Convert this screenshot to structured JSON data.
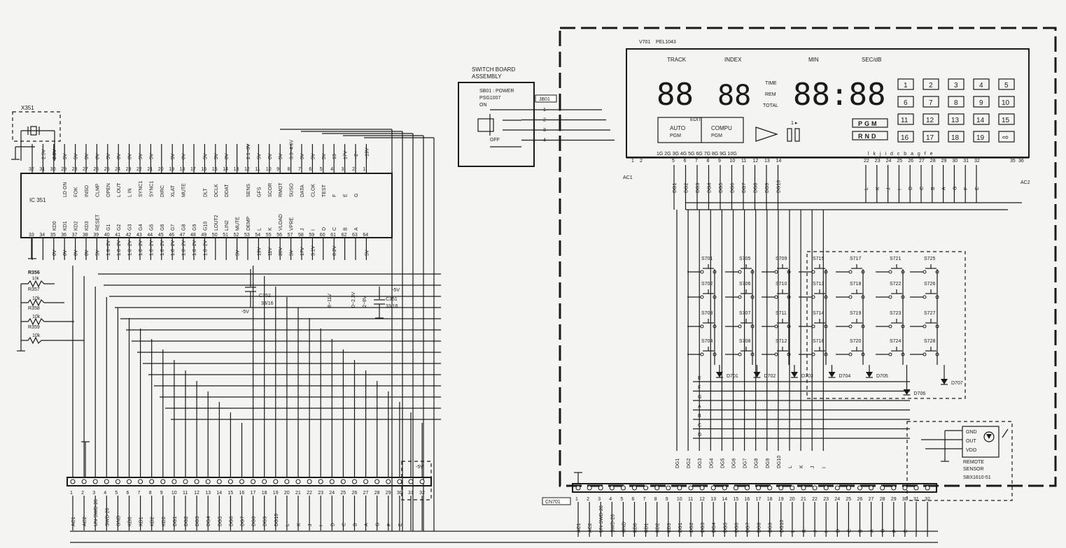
{
  "ic351": {
    "ref": "IC 351",
    "top_pins": [
      "32",
      "31",
      "30",
      "29",
      "28",
      "27",
      "26",
      "25",
      "24",
      "23",
      "22",
      "21",
      "20",
      "19",
      "18",
      "17",
      "16",
      "15",
      "14",
      "13",
      "12",
      "11",
      "10",
      "9",
      "8",
      "7",
      "6",
      "5",
      "4",
      "3",
      "2",
      "1"
    ],
    "top_names": [
      "",
      "",
      "",
      "LD ON",
      "FOK",
      "INSO",
      "CLMP",
      "OPEN",
      "L OUT",
      "L IN",
      "SYNC1",
      "SYNC1",
      "DIRC",
      "XLAT",
      "MUTE",
      "",
      "DLT",
      "DCLK",
      "DDAT",
      "",
      "SENS",
      "GFS",
      "SCOR",
      "RMOT",
      "SUSO",
      "DATA",
      "CLOK",
      "TEST",
      "F",
      "E",
      "G",
      ""
    ],
    "top_volts": [
      "",
      "2.5V",
      "2.5V",
      "5V",
      "5V",
      "5V",
      "0V",
      "5V",
      "0V",
      "0V",
      "5V",
      "5V",
      "",
      "5V",
      "0V",
      "",
      "5V",
      "5V",
      "0V",
      "",
      "2.1~3V",
      "5V",
      "0V",
      "5V",
      "3.3~4.6V",
      "5V",
      "5V",
      "5V",
      "13",
      "17V",
      "~2~",
      "~19V"
    ],
    "bottom_pins": [
      "33",
      "34",
      "35",
      "36",
      "37",
      "38",
      "39",
      "40",
      "41",
      "42",
      "43",
      "44",
      "45",
      "46",
      "47",
      "48",
      "49",
      "50",
      "51",
      "52",
      "53",
      "54",
      "55",
      "56",
      "57",
      "58",
      "59",
      "60",
      "61",
      "62",
      "63",
      "64"
    ],
    "bottom_names": [
      "",
      "",
      "KD0",
      "KD1",
      "KD2",
      "KD3",
      "RESET",
      "G1",
      "G2",
      "G3",
      "G4",
      "G5",
      "G6",
      "G7",
      "G8",
      "G9",
      "G10",
      "LOUT2",
      "LIN2",
      "MUTE",
      "DEMP",
      "L",
      "K",
      "VLOAD",
      "VPRE",
      "J",
      "I",
      "D",
      "C",
      "B",
      "A",
      ""
    ],
    "bottom_volts": [
      "",
      "",
      "0V",
      "0V",
      "0V",
      "0V",
      "5V",
      "1.8~2V",
      "1.8~2V",
      "1.8~2V",
      "1.8~2V",
      "1.8~2V",
      "1.8~2V",
      "1.8~2V",
      "1.8~2V",
      "1.8~2V",
      "1.8~2V",
      "",
      "",
      "5V",
      "",
      "19V",
      "11V",
      "26V",
      "5V",
      "17V",
      "3.1V",
      "",
      "0.2V",
      "",
      "",
      "5V"
    ]
  },
  "labels": {
    "x351": "X351",
    "r356": "R356",
    "r356_val": "10k",
    "r357": "R357",
    "r357_val": "10k",
    "r358": "R358",
    "r358_val": "10k",
    "r359": "R359",
    "r359_val": "10k",
    "c352": "C352",
    "c352_val": "33/16",
    "c351": "C351",
    "c351_val": "33/16",
    "neg5v_a": "-5V",
    "neg5v_b": "-5V",
    "neg5v_c": "-5V",
    "v_8_11": "8~11V",
    "v_0_23": "0~2.3V",
    "v_2_8": "2~8V"
  },
  "switch_board": {
    "title_1": "SWITCH BOARD",
    "title_2": "ASSEMBLY",
    "sb01": "SB01 : POWER",
    "part": "PSG1007",
    "on": "ON",
    "off": "OFF",
    "jb01": "JB01",
    "pins": [
      "1",
      "2",
      "3",
      "4"
    ]
  },
  "display": {
    "ref": "V701",
    "part": "PEL1043",
    "track": "TRACK",
    "index": "INDEX",
    "min": "MIN",
    "secdb": "SEC/dB",
    "digits_track": "88",
    "digits_index": "88",
    "digits_time": "88:88",
    "time": "TIME",
    "rem": "REM",
    "total": "TOTAL",
    "edit": "EDIT",
    "auto_pgm_1": "AUTO",
    "auto_pgm_2": "PGM",
    "compu_pgm_1": "COMPU",
    "compu_pgm_2": "PGM",
    "pgm": "PGM",
    "rnd": "RND",
    "numbers": [
      "1",
      "2",
      "3",
      "4",
      "5",
      "6",
      "7",
      "8",
      "9",
      "10",
      "11",
      "12",
      "13",
      "14",
      "15",
      "16",
      "17",
      "18",
      "19"
    ],
    "grids": "1G 2G 3G 4G 5G 6G 7G 8G 9G 10G",
    "segs": "l  k  j  i  d  c  b  a  g  f  e",
    "pins_left": [
      "1",
      "2"
    ],
    "pins_dg": [
      "5",
      "6",
      "7",
      "8",
      "9",
      "10",
      "11",
      "12",
      "13",
      "14"
    ],
    "pins_seg": [
      "22",
      "23",
      "24",
      "25",
      "26",
      "27",
      "28",
      "29",
      "30",
      "31",
      "32"
    ],
    "pins_ac2": [
      "35",
      "36"
    ],
    "ac1": "AC1",
    "ac2": "AC2",
    "dg_names": [
      "DG1",
      "DG2",
      "DG3",
      "DG4",
      "DG5",
      "DG6",
      "DG7",
      "DG8",
      "DG9",
      "DG10"
    ],
    "seg_names": [
      "L",
      "K",
      "J",
      "I",
      "D",
      "C",
      "B",
      "A",
      "G",
      "F",
      "E"
    ]
  },
  "matrix": {
    "switches": [
      "S701",
      "S705",
      "S709",
      "S715",
      "S717",
      "S721",
      "S725",
      "S702",
      "S706",
      "S710",
      "S713",
      "S718",
      "S722",
      "S726",
      "S703",
      "S707",
      "S711",
      "S714",
      "S719",
      "S723",
      "S727",
      "S704",
      "S708",
      "S712",
      "S716",
      "S720",
      "S724",
      "S728"
    ],
    "diodes": [
      "D701",
      "D702",
      "D703",
      "D704",
      "D705",
      "D706",
      "D707"
    ],
    "rows": [
      "E",
      "F",
      "G",
      "A",
      "B",
      "C",
      "D"
    ]
  },
  "remote": {
    "gnd": "GND",
    "out": "OUT",
    "vdo": "VDO",
    "title_1": "REMOTE",
    "title_2": "SENSOR",
    "part": "SBX1610-51"
  },
  "connector_left": {
    "pins": [
      "1",
      "2",
      "3",
      "4",
      "5",
      "6",
      "7",
      "8",
      "9",
      "10",
      "11",
      "12",
      "13",
      "14",
      "15",
      "16",
      "17",
      "18",
      "19",
      "20",
      "21",
      "22",
      "23",
      "24",
      "25",
      "26",
      "27",
      "28",
      "29",
      "30",
      "31",
      "32"
    ],
    "signals": [
      "AC1",
      "AC2",
      "UN-SWD-26",
      "SWD-26",
      "GND",
      "KD0",
      "KD1",
      "KD2",
      "KD3",
      "DG1",
      "DG2",
      "DG3",
      "DG4",
      "DG5",
      "DG6",
      "DG7",
      "DG8",
      "DG9",
      "DG10",
      "L",
      "K",
      "J",
      "I",
      "D",
      "C",
      "B",
      "A",
      "G",
      "F",
      "E",
      "",
      ""
    ]
  },
  "connector_right": {
    "ref": "CN701",
    "pins": [
      "1",
      "2",
      "3",
      "4",
      "5",
      "6",
      "7",
      "8",
      "9",
      "10",
      "11",
      "12",
      "13",
      "14",
      "15",
      "16",
      "17",
      "18",
      "19",
      "20",
      "21",
      "22",
      "23",
      "24",
      "25",
      "26",
      "27",
      "28",
      "29",
      "30",
      "31",
      "32"
    ],
    "signals": [
      "AC1",
      "AC2",
      "UN-SWD-26",
      "SWD-26",
      "GND",
      "KD0",
      "KD1",
      "KD2",
      "KD3",
      "DG1",
      "DG2",
      "DG3",
      "DG4",
      "DG5",
      "DG6",
      "DG7",
      "DG8",
      "DG9",
      "DG10",
      "L",
      "K",
      "J",
      "I",
      "D",
      "C",
      "B",
      "A",
      "G",
      "F",
      "E",
      "",
      ""
    ],
    "upper": [
      "DG1",
      "DG2",
      "DG3",
      "DG4",
      "DG5",
      "DG6",
      "DG7",
      "DG8",
      "DG9",
      "DG10",
      "L",
      "K",
      "J",
      "I"
    ]
  }
}
